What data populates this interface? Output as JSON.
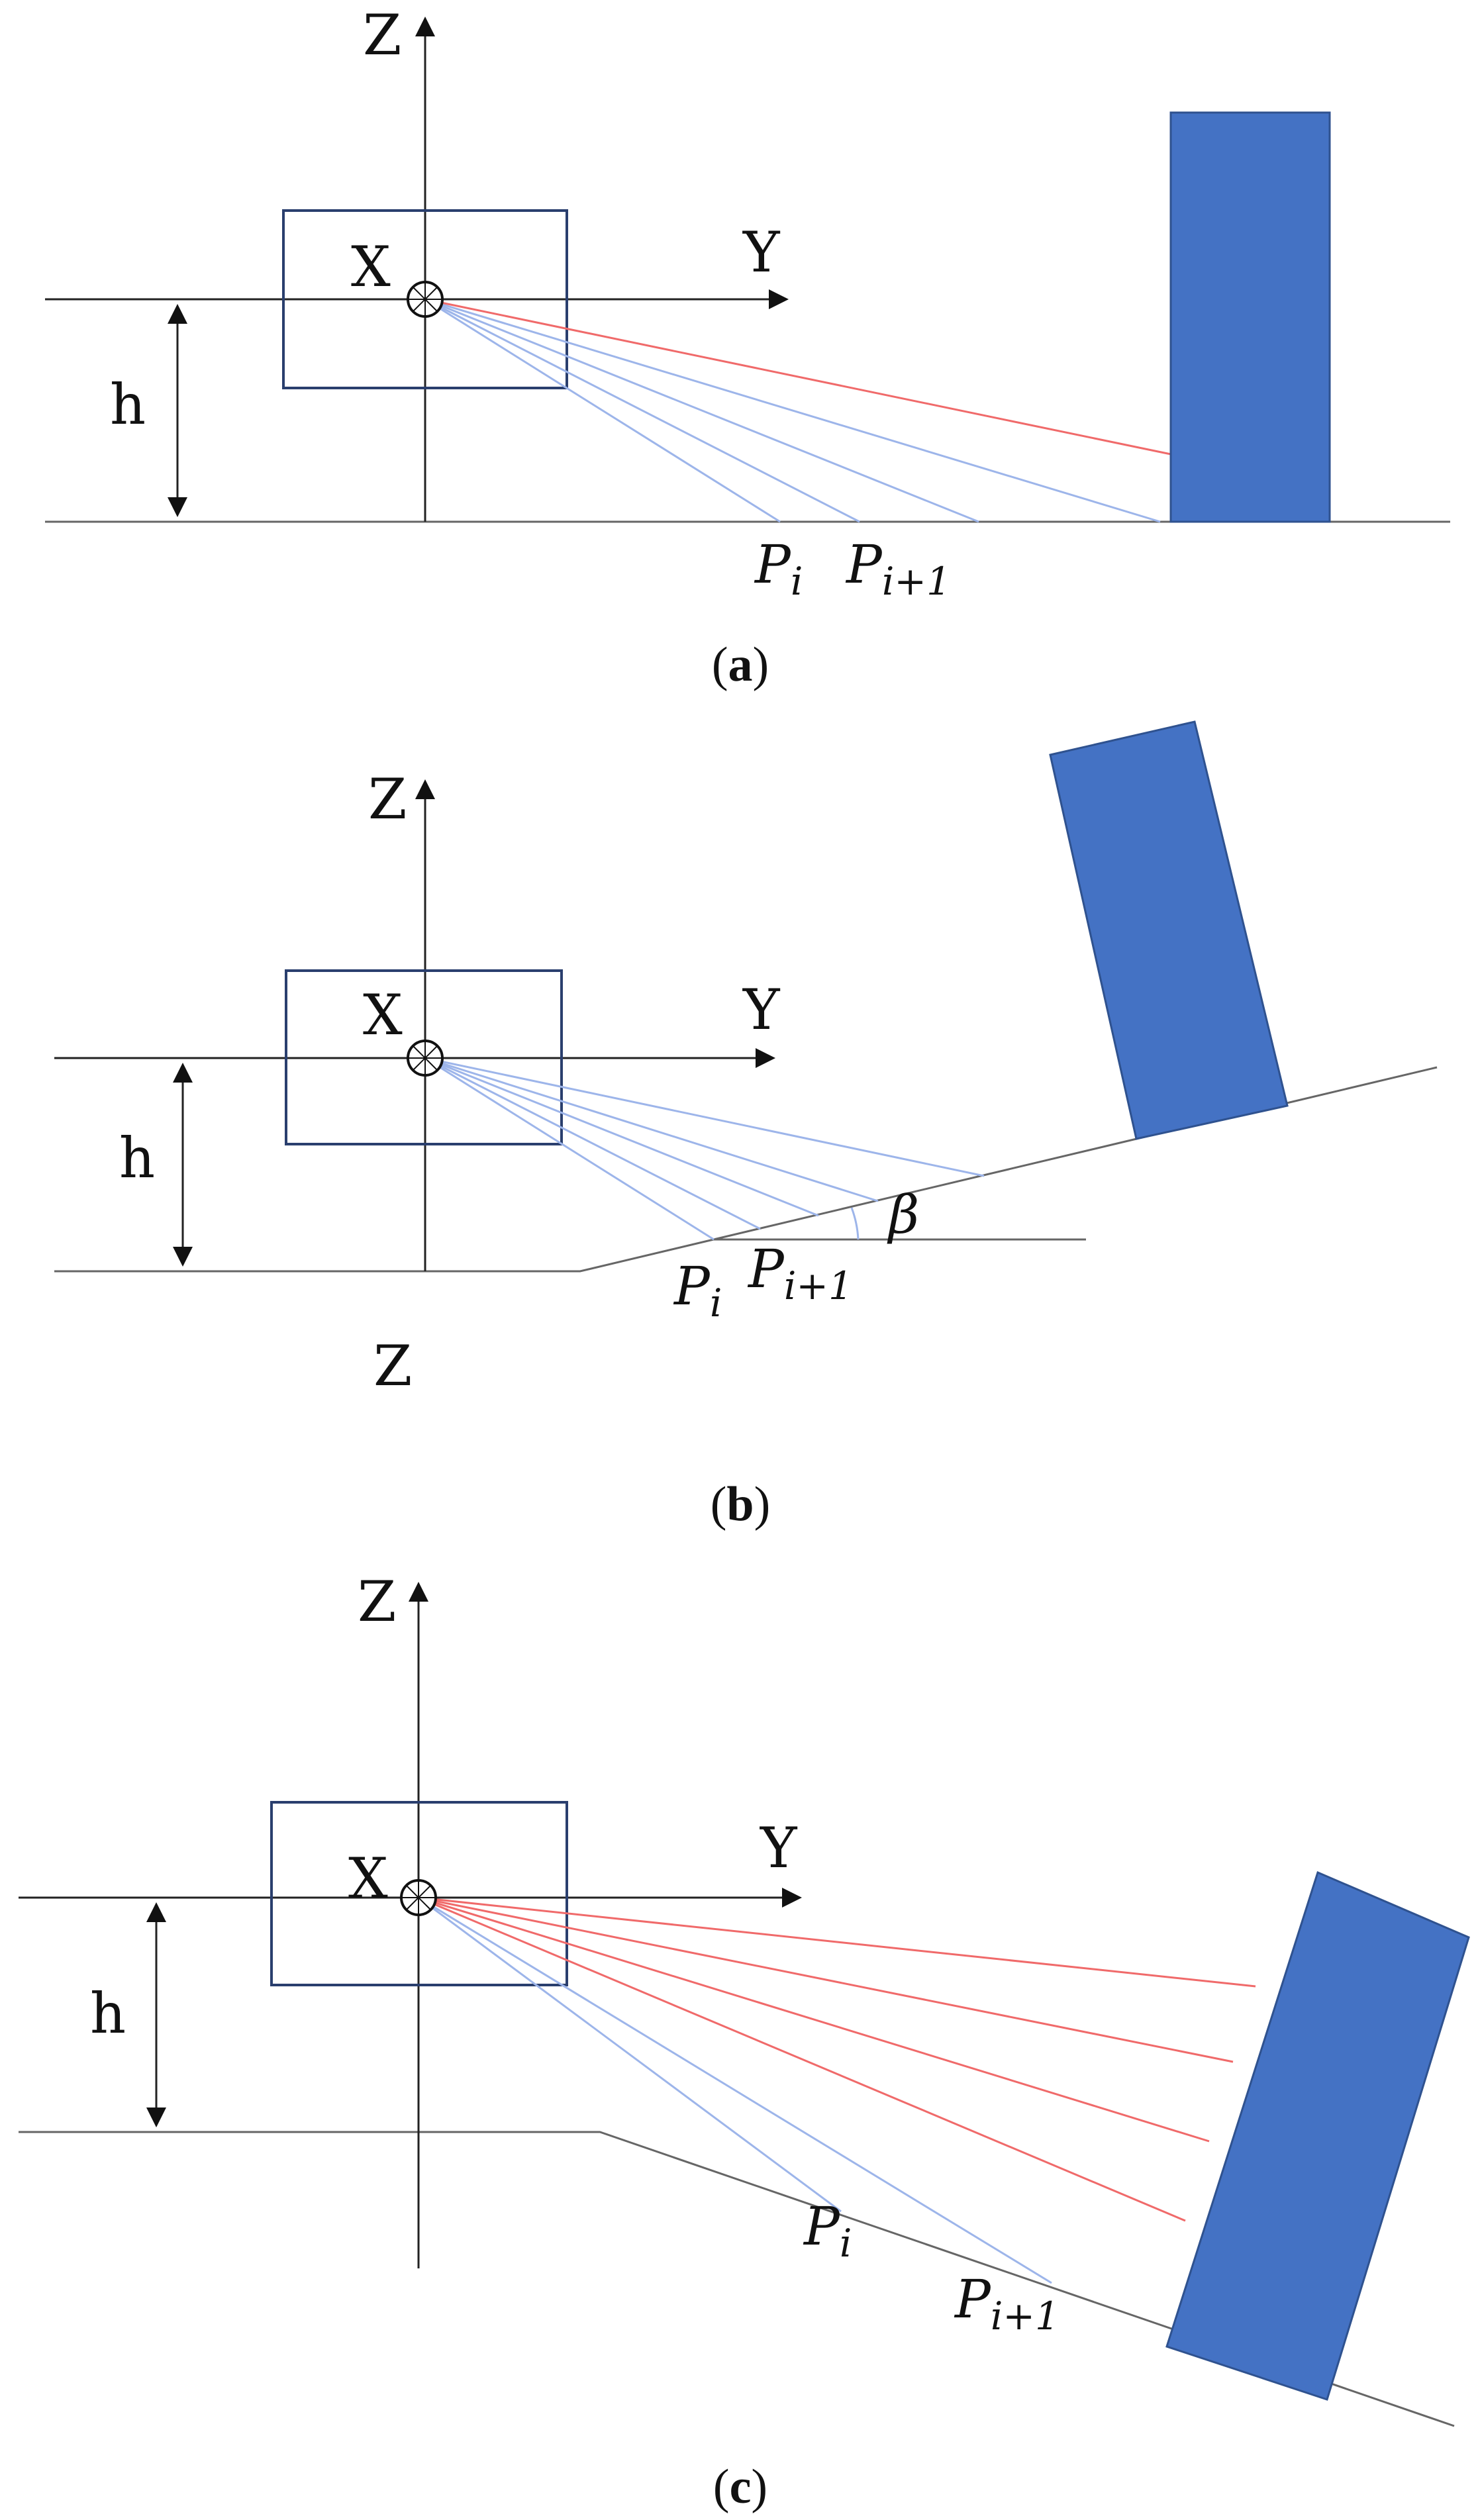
{
  "colors": {
    "obstacle": "#4472c4",
    "obstacle_stroke": "#2f528f",
    "ray_ground": "#9db5ea",
    "ray_obstacle": "#f06a6a",
    "frame": "#2a3f6e"
  },
  "panels": [
    {
      "id": "a",
      "labels": {
        "z_axis": "Z",
        "y_axis": "Y",
        "x_axis": "X",
        "height": "h",
        "point_i": "P",
        "point_i_sub": "i",
        "point_next": "P",
        "point_next_sub": "i+1"
      },
      "caption": {
        "open": "(",
        "letter": "a",
        "close": ")"
      }
    },
    {
      "id": "b",
      "labels": {
        "z_axis": "Z",
        "y_axis": "Y",
        "x_axis": "X",
        "height": "h",
        "angle": "β",
        "point_i": "P",
        "point_i_sub": "i",
        "point_next": "P",
        "point_next_sub": "i+1",
        "extra_z": "Z"
      },
      "caption": {
        "open": "(",
        "letter": "b",
        "close": ")"
      }
    },
    {
      "id": "c",
      "labels": {
        "z_axis": "Z",
        "y_axis": "Y",
        "x_axis": "X",
        "height": "h",
        "point_i": "P",
        "point_i_sub": "i",
        "point_next": "P",
        "point_next_sub": "i+1"
      },
      "caption": {
        "open": "(",
        "letter": "c",
        "close": ")"
      }
    }
  ]
}
